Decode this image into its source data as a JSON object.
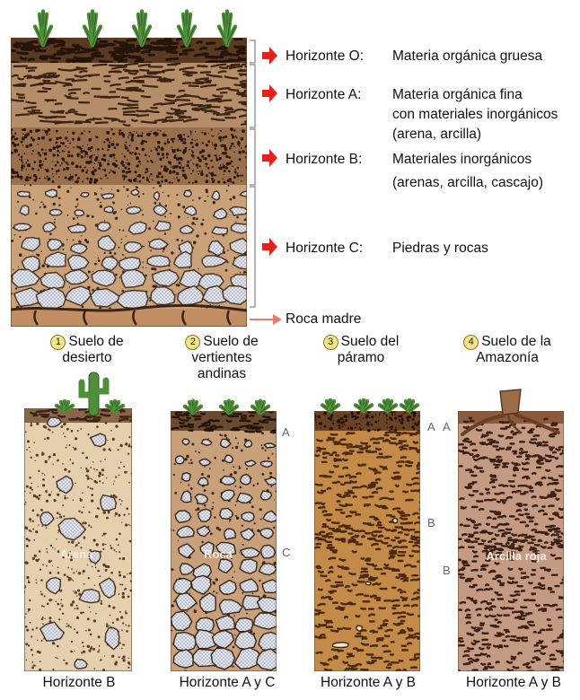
{
  "main_profile": {
    "horizons": [
      {
        "name": "Horizonte O:",
        "desc": [
          "Materia orgánica gruesa"
        ]
      },
      {
        "name": "Horizonte A:",
        "desc": [
          "Materia orgánica fina",
          "con materiales inorgánicos",
          "(arena, arcilla)"
        ]
      },
      {
        "name": "Horizonte B:",
        "desc": [
          "Materiales inorgánicos",
          "(arenas, arcilla, cascajo)"
        ]
      },
      {
        "name": "Horizonte C:",
        "desc": [
          "Piedras y rocas"
        ]
      }
    ],
    "bedrock_label": "Roca madre"
  },
  "soil_types": [
    {
      "number": "1",
      "title": [
        "Suelo de",
        "desierto"
      ],
      "inner_label": "Arena",
      "side_letters": [],
      "caption": "Horizonte B"
    },
    {
      "number": "2",
      "title": [
        "Suelo de",
        "vertientes",
        "andinas"
      ],
      "inner_label": "Roca",
      "side_letters": [
        "A",
        "C"
      ],
      "caption": "Horizonte A y C"
    },
    {
      "number": "3",
      "title": [
        "Suelo del",
        "páramo"
      ],
      "inner_label": "",
      "side_letters": [
        "A",
        "B"
      ],
      "caption": "Horizonte A y B"
    },
    {
      "number": "4",
      "title": [
        "Suelo de la",
        "Amazonía"
      ],
      "inner_label": "Arcilla roja",
      "side_letters": [
        "A",
        "B"
      ],
      "caption": "Horizonte A y B"
    }
  ],
  "colors": {
    "arrow": "#e8201c",
    "soil_light": "#c9a27a",
    "soil_dark": "#3b2414",
    "rock_fill": "#d9dce3",
    "plant": "#4f8f3a",
    "bracket": "#9a9a9a"
  }
}
